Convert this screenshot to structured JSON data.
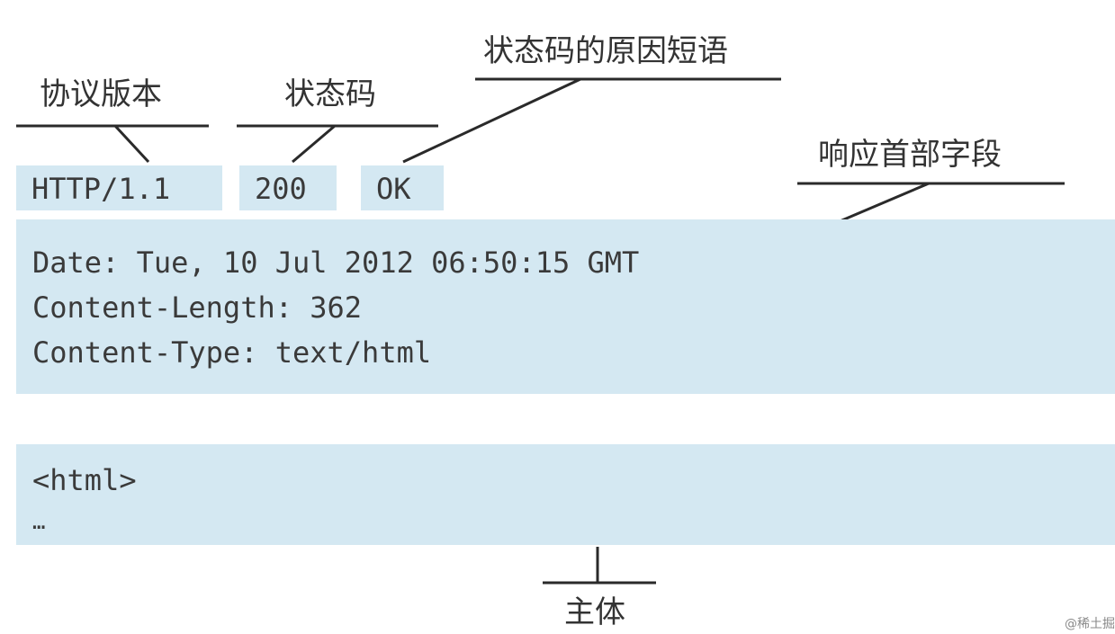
{
  "labels": {
    "protocol_version": "协议版本",
    "status_code": "状态码",
    "reason_phrase": "状态码的原因短语",
    "response_headers": "响应首部字段",
    "body": "主体"
  },
  "status_line": {
    "version": "HTTP/1.1",
    "code": "200",
    "reason": "OK"
  },
  "headers": [
    "Date: Tue, 10 Jul 2012 06:50:15 GMT",
    "Content-Length: 362",
    "Content-Type: text/html"
  ],
  "body_lines": [
    "<html>",
    "…"
  ],
  "watermark": "@稀土掘",
  "colors": {
    "box": "#d4e8f2",
    "text": "#3a3a3a",
    "line": "#2a2a2a"
  }
}
